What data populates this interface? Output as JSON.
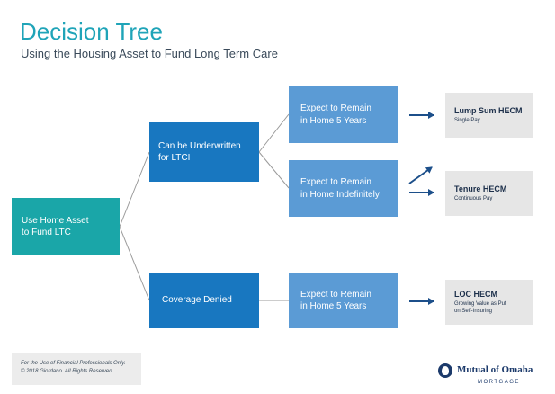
{
  "header": {
    "title": "Decision Tree",
    "subtitle": "Using the Housing Asset to Fund Long Term Care"
  },
  "nodes": {
    "root": "Use Home Asset\nto Fund LTC",
    "underwritten": "Can be Underwritten\nfor LTCI",
    "denied": "Coverage Denied",
    "remain_5_years_top": "Expect to Remain\nin Home 5 Years",
    "remain_indefinitely": "Expect to Remain\nin Home Indefinitely",
    "remain_5_years_bottom": "Expect to Remain\nin Home 5 Years"
  },
  "outcomes": {
    "lump_sum": {
      "title": "Lump Sum HECM",
      "subtitle": "Single Pay"
    },
    "tenure": {
      "title": "Tenure HECM",
      "subtitle": "Continuous Pay"
    },
    "loc": {
      "title": "LOC HECM",
      "subtitle": "Growing Value as Put\non Self-Insuring"
    }
  },
  "footer": {
    "disclaimer_line1": "For the Use of Financial Professionals Only.",
    "disclaimer_line2": "© 2018 Giordano. All Rights Reserved.",
    "logo_name": "Mutual of Omaha",
    "logo_sub": "MORTGAGE"
  },
  "colors": {
    "title": "#1fa4b8",
    "root_box": "#1aa6a8",
    "mid_box": "#1877c0",
    "expect_box": "#5b9bd5",
    "outcome_box": "#e6e6e6",
    "arrow": "#1c4f8a",
    "brand": "#1c3a6b"
  }
}
